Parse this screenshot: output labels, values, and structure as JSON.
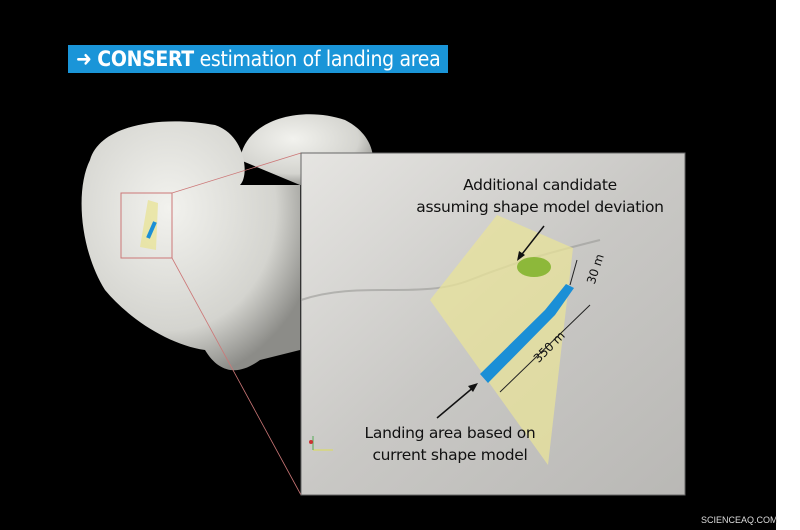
{
  "title": {
    "arrow": "➜",
    "bold": "CONSERT",
    "rest": "estimation of landing area"
  },
  "labels": {
    "additional_candidate": [
      "Additional candidate",
      "assuming shape model deviation"
    ],
    "landing_area": [
      "Landing area based on",
      "current shape model"
    ],
    "width_dimension": "30 m",
    "length_dimension": "350 m"
  },
  "credit": "SCIENCEAQ.COM",
  "colors": {
    "title_bg": "#1a95d8",
    "landing_area": "#1b8fd6",
    "candidate": "#8db83a",
    "uncertainty_zone": "#e8e39a"
  }
}
